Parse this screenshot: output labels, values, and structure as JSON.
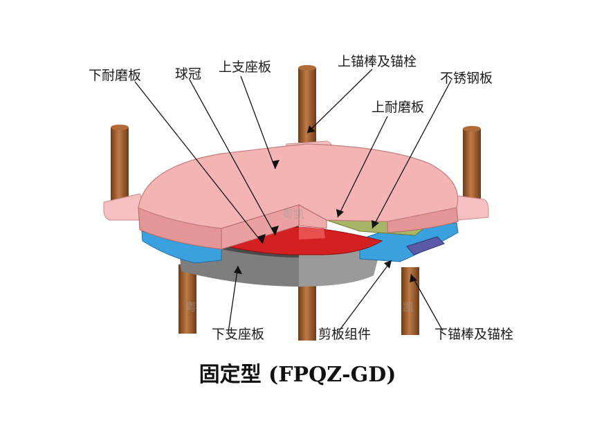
{
  "labels": {
    "lower_wear_plate": "下耐磨板",
    "spherical_crown": "球冠",
    "upper_seat_plate": "上支座板",
    "upper_anchor_bolts": "上锚棒及锚栓",
    "stainless_plate": "不锈钢板",
    "upper_wear_plate": "上耐磨板",
    "lower_seat_plate": "下支座板",
    "shear_assembly": "剪板组件",
    "lower_anchor_bolts": "下锚棒及锚栓"
  },
  "title": "固定型  (FPQZ-GD)",
  "watermark": {
    "a": "粤凯",
    "b": "粤",
    "c": "凯"
  },
  "colors": {
    "top_plate": "#f2b5b5",
    "top_plate_side": "#e79a9a",
    "red_crown": "#d42020",
    "blue_base": "#3aa0de",
    "gray_base": "#888888",
    "bolt": "#9a5a2c",
    "olive": "#a9b566"
  }
}
